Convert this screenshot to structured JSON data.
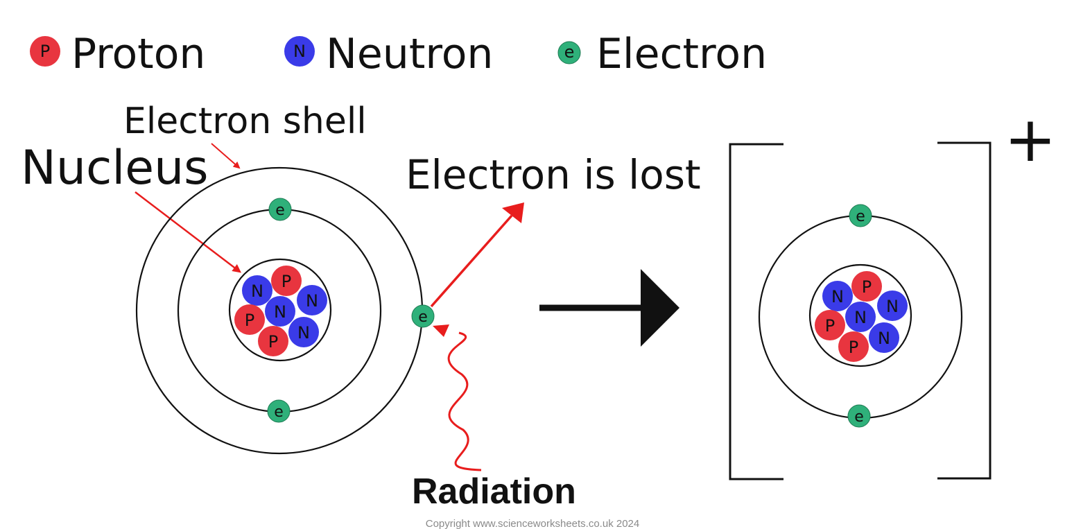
{
  "colors": {
    "proton": "#e8353f",
    "neutron": "#3a3be8",
    "electron": "#2fb07a",
    "arrow_red": "#e81d1d",
    "line": "#111111"
  },
  "legend": {
    "proton_symbol": "P",
    "proton_label": "Proton",
    "neutron_symbol": "N",
    "neutron_label": "Neutron",
    "electron_symbol": "e",
    "electron_label": "Electron"
  },
  "labels": {
    "electron_shell": "Electron shell",
    "nucleus": "Nucleus",
    "electron_lost": "Electron is lost",
    "radiation": "Radiation",
    "charge": "+",
    "copyright": "Copyright www.scienceworksheets.co.uk 2024"
  },
  "atom": {
    "nucleus": [
      {
        "symbol": "N",
        "type": "neutron"
      },
      {
        "symbol": "P",
        "type": "proton"
      },
      {
        "symbol": "N",
        "type": "neutron"
      },
      {
        "symbol": "N",
        "type": "neutron"
      },
      {
        "symbol": "P",
        "type": "proton"
      },
      {
        "symbol": "N",
        "type": "neutron"
      },
      {
        "symbol": "P",
        "type": "proton"
      }
    ],
    "electrons": [
      {
        "symbol": "e"
      },
      {
        "symbol": "e"
      },
      {
        "symbol": "e"
      }
    ]
  },
  "ion": {
    "nucleus": [
      {
        "symbol": "N",
        "type": "neutron"
      },
      {
        "symbol": "P",
        "type": "proton"
      },
      {
        "symbol": "N",
        "type": "neutron"
      },
      {
        "symbol": "N",
        "type": "neutron"
      },
      {
        "symbol": "P",
        "type": "proton"
      },
      {
        "symbol": "N",
        "type": "neutron"
      },
      {
        "symbol": "P",
        "type": "proton"
      }
    ],
    "electrons": [
      {
        "symbol": "e"
      },
      {
        "symbol": "e"
      }
    ]
  }
}
